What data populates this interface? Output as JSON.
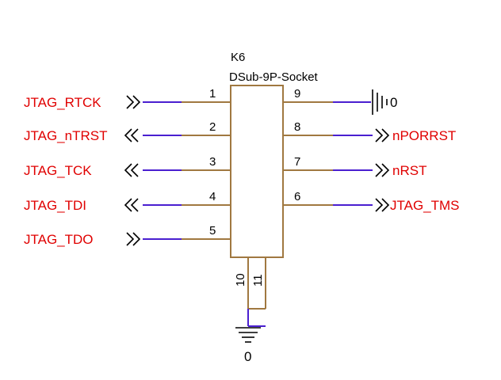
{
  "component": {
    "reference": "K6",
    "value": "DSub-9P-Socket"
  },
  "left_pins": [
    {
      "pin": "1",
      "net": "JTAG_RTCK",
      "direction": "in"
    },
    {
      "pin": "2",
      "net": "JTAG_nTRST",
      "direction": "out"
    },
    {
      "pin": "3",
      "net": "JTAG_TCK",
      "direction": "out"
    },
    {
      "pin": "4",
      "net": "JTAG_TDI",
      "direction": "out"
    },
    {
      "pin": "5",
      "net": "JTAG_TDO",
      "direction": "in"
    }
  ],
  "right_pins": [
    {
      "pin": "9",
      "net": "0",
      "type": "ground"
    },
    {
      "pin": "8",
      "net": "nPORRST",
      "direction": "out"
    },
    {
      "pin": "7",
      "net": "nRST",
      "direction": "out"
    },
    {
      "pin": "6",
      "net": "JTAG_TMS",
      "direction": "out"
    }
  ],
  "bottom_pins": [
    {
      "pin": "10"
    },
    {
      "pin": "11"
    }
  ],
  "bottom_ground": {
    "net": "0"
  },
  "colors": {
    "net_label": "#e00000",
    "pin_wire": "#a07840",
    "net_wire": "#4a1fd0",
    "text": "#000000"
  }
}
